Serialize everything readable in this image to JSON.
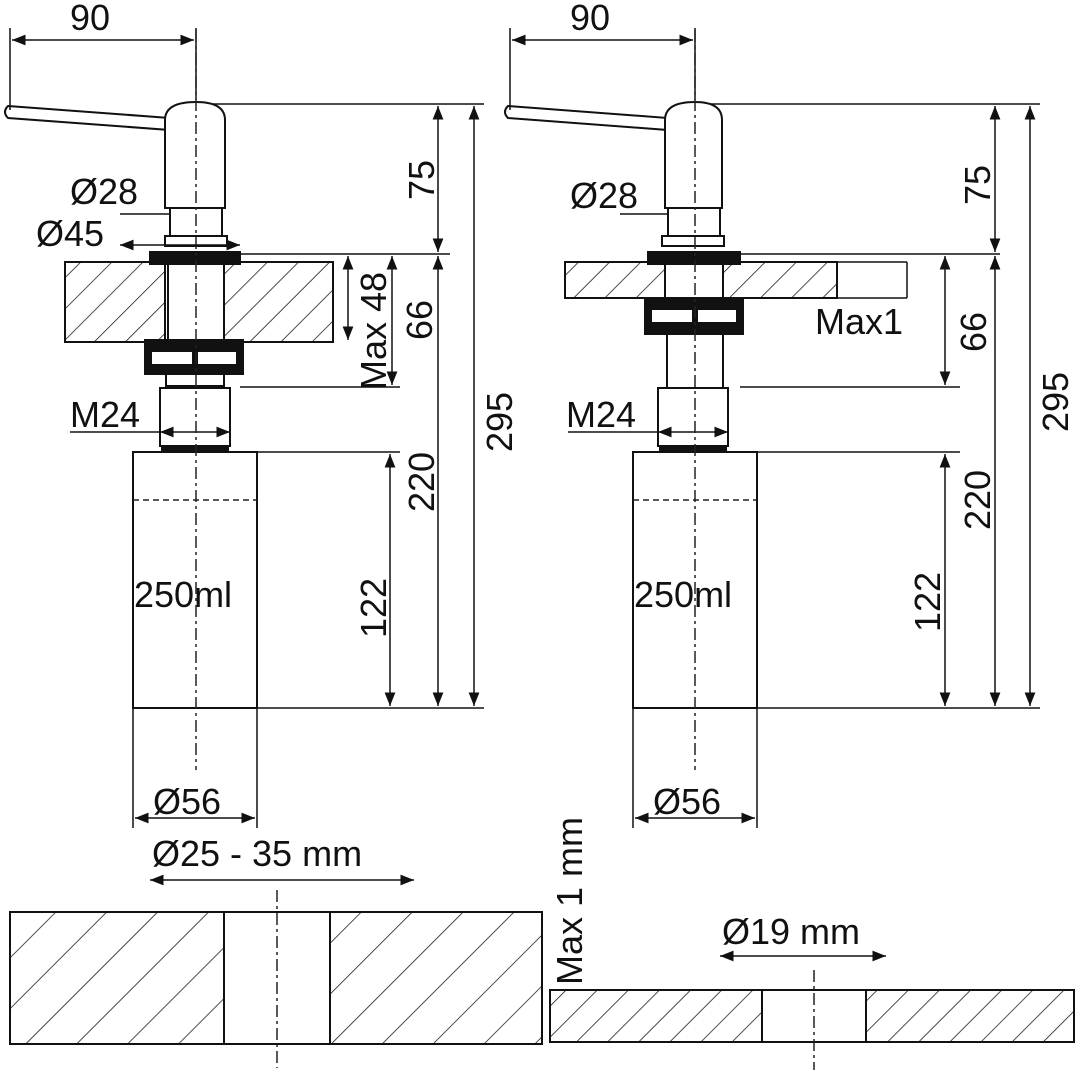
{
  "left_view": {
    "handle_length": "90",
    "dia_neck": "Ø28",
    "dia_flange": "Ø45",
    "thread": "M24",
    "bottle_volume": "250ml",
    "dia_bottle": "Ø56",
    "h_pump": "75",
    "max_deck": "Max 48",
    "h_neck": "66",
    "h_total_inner": "220",
    "h_total": "295",
    "h_bottle": "122"
  },
  "right_view": {
    "handle_length": "90",
    "dia_neck": "Ø28",
    "max_deck": "Max1",
    "thread": "M24",
    "bottle_volume": "250ml",
    "dia_bottle": "Ø56",
    "h_pump": "75",
    "h_neck": "66",
    "h_total_inner": "220",
    "h_total": "295",
    "h_bottle": "122"
  },
  "bottom_left": {
    "hole": "Ø25 - 35 mm"
  },
  "bottom_middle": {
    "max_thickness": "Max 1 mm"
  },
  "bottom_right": {
    "hole": "Ø19 mm"
  }
}
